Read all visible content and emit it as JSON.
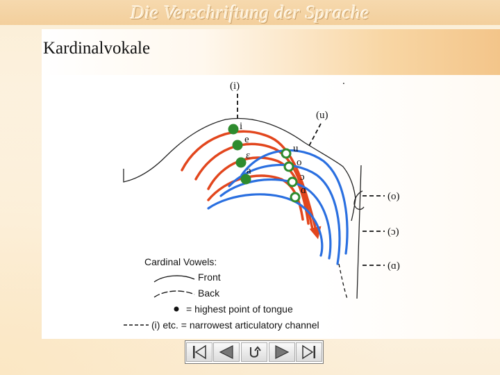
{
  "slide": {
    "title": "Die Verschriftung der Sprache",
    "subtitle": "Kardinalvokale"
  },
  "diagram": {
    "front_vowels": [
      "i",
      "e",
      "ε",
      "a"
    ],
    "back_vowels": [
      "u",
      "o",
      "ɔ",
      "ɑ"
    ],
    "channel_labels": {
      "i": "(i)",
      "u": "(u)",
      "o": "(o)",
      "open_o": "(ɔ)",
      "back_a": "(ɑ)"
    },
    "dot_label": ".",
    "legend": {
      "title": "Cardinal Vowels:",
      "front": "Front",
      "back": "Back",
      "dot": "= highest point of tongue",
      "dash": "(i) etc. = narrowest articulatory channel"
    },
    "colors": {
      "front": "#e2461d",
      "back": "#2a6fe0",
      "green": "#2e8b2e"
    }
  },
  "nav": {
    "buttons": [
      "first-slide-icon",
      "previous-slide-icon",
      "return-icon",
      "next-slide-icon",
      "last-slide-icon"
    ]
  }
}
